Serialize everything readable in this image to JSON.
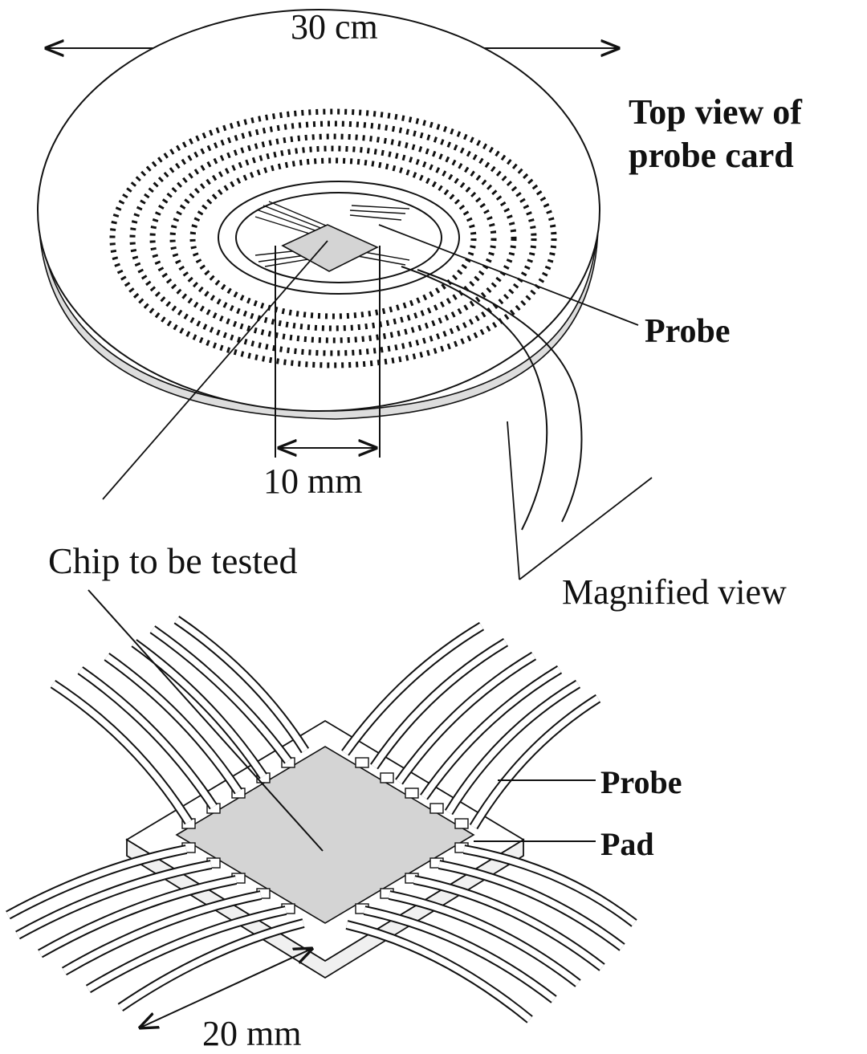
{
  "labels": {
    "width_30cm": "30 cm",
    "top_view_line1": "Top view of",
    "top_view_line2": "probe card",
    "probe_top": "Probe",
    "size_10mm": "10 mm",
    "chip_to_be_tested": "Chip to be tested",
    "magnified_view": "Magnified view",
    "probe_bottom": "Probe",
    "pad": "Pad",
    "size_20mm": "20 mm"
  },
  "colors": {
    "line": "#111111",
    "chip_fill": "#d4d4d4",
    "board_fill": "#ffffff",
    "background": "#ffffff"
  }
}
